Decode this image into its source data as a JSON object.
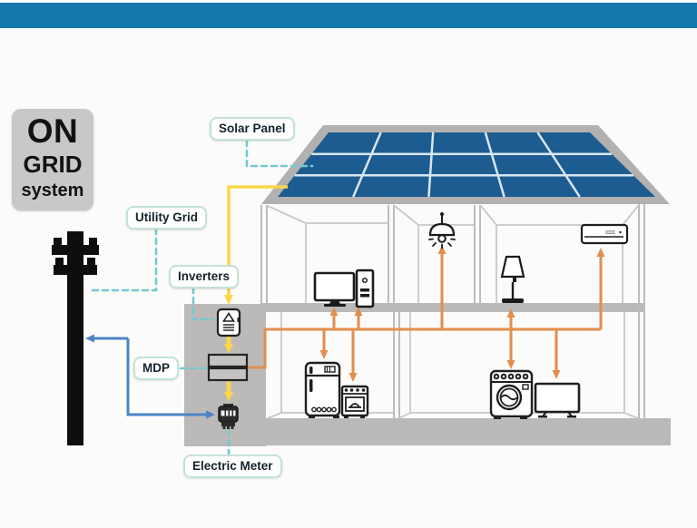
{
  "title_badge": {
    "line1": "ON",
    "line2": "GRID",
    "line3": "system"
  },
  "callouts": {
    "solar_panel": "Solar Panel",
    "utility_grid": "Utility Grid",
    "inverters": "Inverters",
    "mdp": "MDP",
    "electric_meter": "Electric Meter"
  },
  "colors": {
    "top_bar": "#1378ac",
    "solar_panel_blue": "#1d5c90",
    "roof_gray": "#b2b1b0",
    "structure_gray": "#bcbab9",
    "dc_wire_yellow": "#f9d64a",
    "ac_wire_orange": "#e28e4d",
    "grid_wire_blue": "#4d84c4",
    "callout_connector_teal": "#76c9cf",
    "icon_black": "#1f1f1f",
    "badge_gray": "#c9c8c6"
  },
  "icons": [
    "solar-panel-icon",
    "utility-pole-icon",
    "inverter-icon",
    "mdp-panel-icon",
    "electric-meter-icon",
    "computer-icon",
    "pendant-light-icon",
    "floor-lamp-icon",
    "air-conditioner-icon",
    "refrigerator-icon",
    "oven-icon",
    "washing-machine-icon",
    "tv-icon"
  ],
  "flows": [
    {
      "from": "solar-panel",
      "to": "inverter",
      "wire": "dc_wire_yellow"
    },
    {
      "from": "inverter",
      "to": "mdp",
      "wire": "dc_wire_yellow"
    },
    {
      "from": "mdp",
      "to": "electric-meter",
      "wire": "dc_wire_yellow"
    },
    {
      "from": "mdp",
      "to": "house-appliances",
      "wire": "ac_wire_orange"
    },
    {
      "from": "electric-meter",
      "to": "utility-pole",
      "wire": "grid_wire_blue"
    }
  ]
}
